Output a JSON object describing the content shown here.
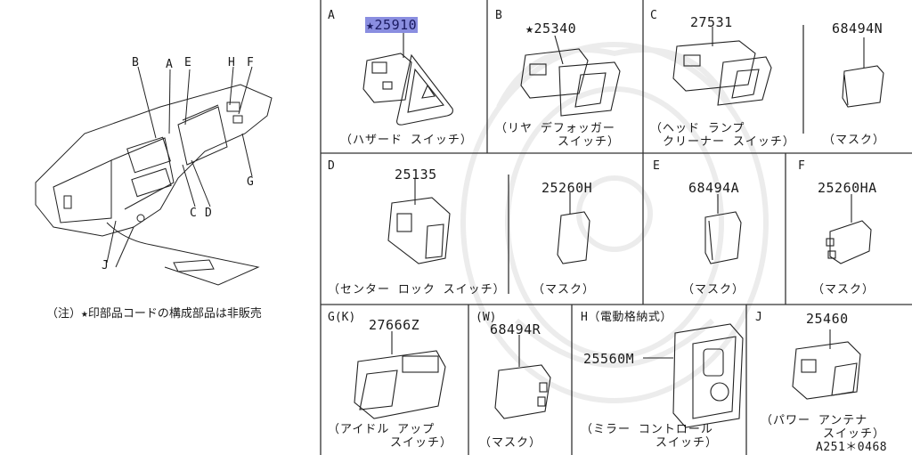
{
  "overview": {
    "callouts": [
      "B",
      "A",
      "E",
      "H",
      "F",
      "G",
      "C",
      "D",
      "J"
    ],
    "note": "（注）★印部品コードの構成部品は非販売"
  },
  "sections": {
    "A": {
      "letter": "A",
      "part": "★25910",
      "caption": "（ハザード スイッチ）"
    },
    "B": {
      "letter": "B",
      "part": "★25340",
      "caption": "（リヤ デフォッガー\n　　　　　スイッチ）"
    },
    "C": {
      "letter": "C",
      "part": "27531",
      "caption": "（ヘッド ランプ\n　クリーナー スイッチ）",
      "part2": "68494N",
      "caption2": "（マスク）"
    },
    "D": {
      "letter": "D",
      "part": "25135",
      "caption": "（センター ロック スイッチ）",
      "part2": "25260H",
      "caption2": "（マスク）"
    },
    "E": {
      "letter": "E",
      "part": "68494A",
      "caption": "（マスク）"
    },
    "F": {
      "letter": "F",
      "part": "25260HA",
      "caption": "（マスク）"
    },
    "G": {
      "letter": "G(K)",
      "part": "27666Z",
      "caption": "（アイドル アップ\n　　　　　スイッチ）",
      "sub_letter": "(W)",
      "part2": "68494R",
      "caption2": "（マスク）"
    },
    "H": {
      "letter": "H（電動格納式）",
      "part": "25560M",
      "caption": "（ミラー コントロール\n　　　　　　スイッチ）"
    },
    "J": {
      "letter": "J",
      "part": "25460",
      "caption": "（パワー アンテナ\n　　　　　スイッチ）"
    }
  },
  "figure_code": "A251＊0468",
  "colors": {
    "highlight": "#8a8ee0",
    "ink": "#1a1a1a",
    "watermark": "#ebebeb"
  }
}
